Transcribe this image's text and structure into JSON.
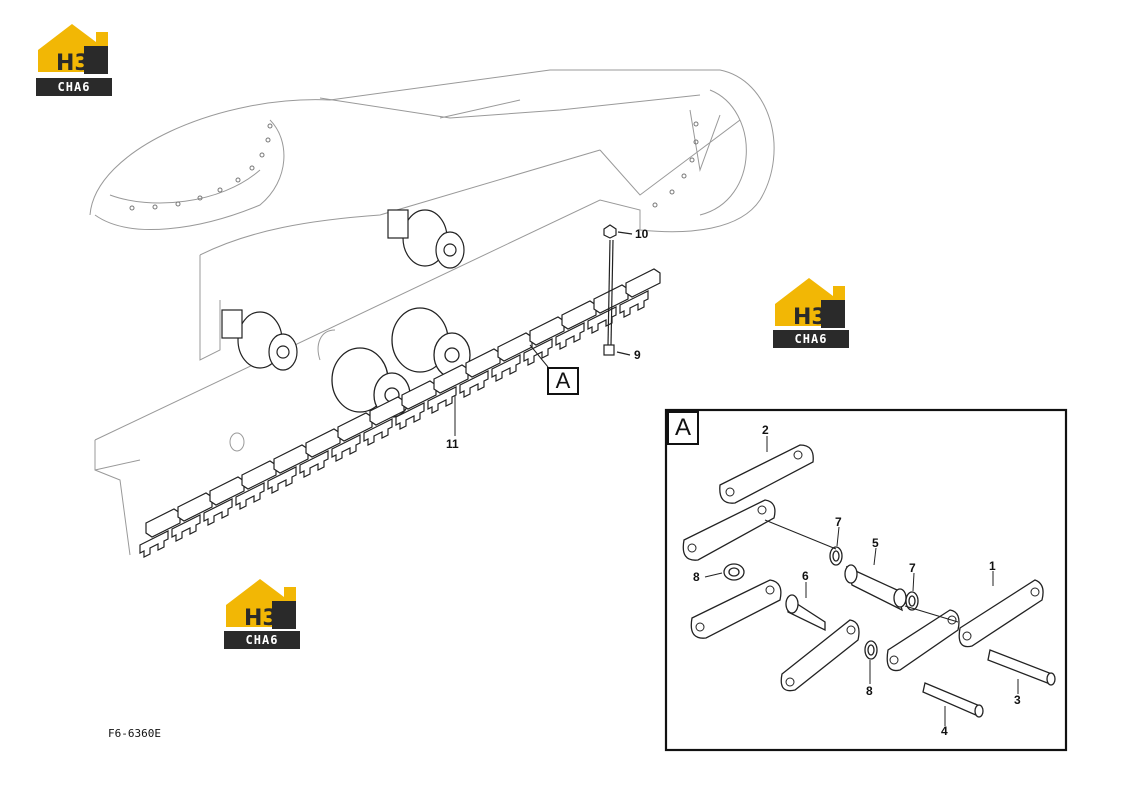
{
  "logos": [
    {
      "mark": "H3",
      "caption": "CHA6"
    },
    {
      "mark": "H3",
      "caption": "CHA6"
    },
    {
      "mark": "H3",
      "caption": "CHA6"
    }
  ],
  "callouts": {
    "c10": "10",
    "c9": "9",
    "c11": "11",
    "detail_ref": "A",
    "detail_title": "A",
    "c2": "2",
    "c7a": "7",
    "c5": "5",
    "c7b": "7",
    "c1": "1",
    "c8a": "8",
    "c6": "6",
    "c8b": "8",
    "c3": "3",
    "c4": "4"
  },
  "figure_id": "F6-6360E",
  "colors": {
    "logo_yellow": "#f2b705",
    "logo_dark": "#2a2a2a",
    "line": "#222222",
    "light_line": "#888888"
  }
}
